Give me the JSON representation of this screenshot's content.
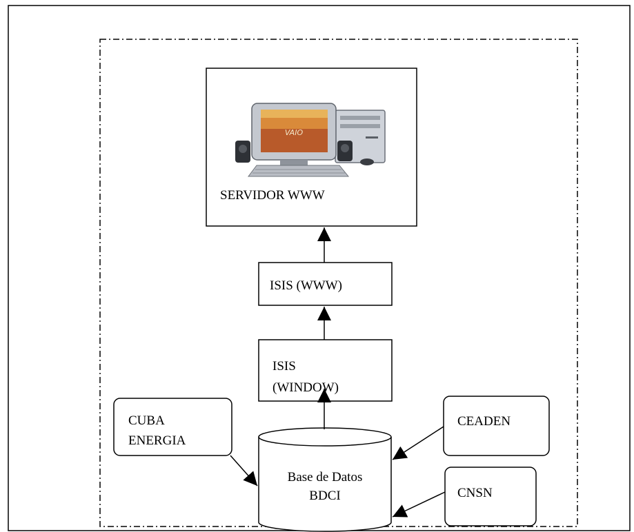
{
  "diagram": {
    "server_label": "SERVIDOR WWW",
    "isis_www_label": "ISIS (WWW)",
    "isis_window_line1": "ISIS",
    "isis_window_line2": "(WINDOW)",
    "cuba_energia_line1": "CUBA",
    "cuba_energia_line2": "ENERGIA",
    "ceaden_label": "CEADEN",
    "cnsn_label": "CNSN",
    "database_line1": "Base de Datos",
    "database_line2": "BDCI"
  }
}
